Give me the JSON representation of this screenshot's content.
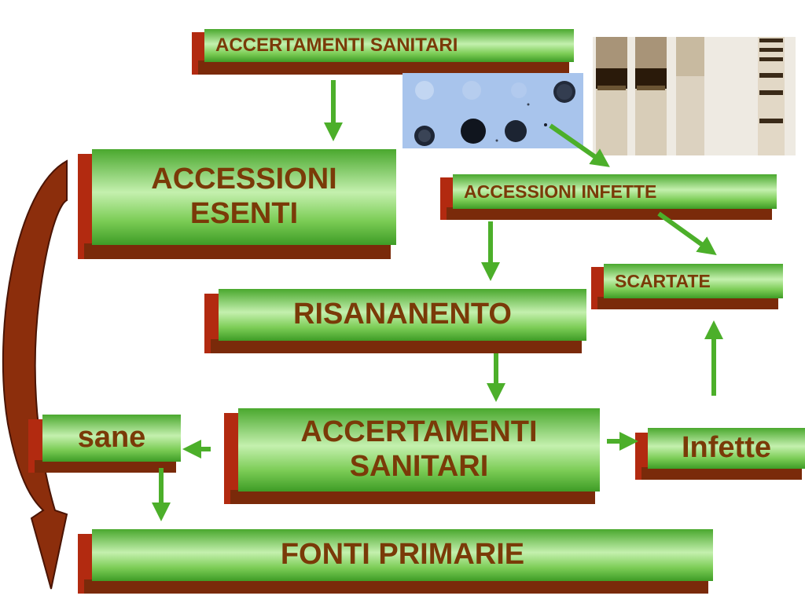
{
  "boxes": {
    "accertamenti_top": "ACCERTAMENTI SANITARI",
    "accessioni_esenti_line1": "ACCESSIONI",
    "accessioni_esenti_line2": "ESENTI",
    "accessioni_infette": "ACCESSIONI INFETTE",
    "scartate": "SCARTATE",
    "risanamento": "RISANANENTO",
    "accertamenti_mid_line1": "ACCERTAMENTI",
    "accertamenti_mid_line2": "SANITARI",
    "sane": "sane",
    "infette": "Infette",
    "fonti_primarie": "FONTI PRIMARIE"
  },
  "colors": {
    "box_green": "#6cc047",
    "box_text": "#7a3a08",
    "bevel_red": "#b22a10",
    "bevel_dark": "#7a2a0a",
    "arrow_green": "#4caf2a",
    "curved_arrow": "#8c2e0c"
  },
  "images": {
    "dot_blot": "dot-blot-photo",
    "gel": "electrophoresis-gel-photo"
  }
}
